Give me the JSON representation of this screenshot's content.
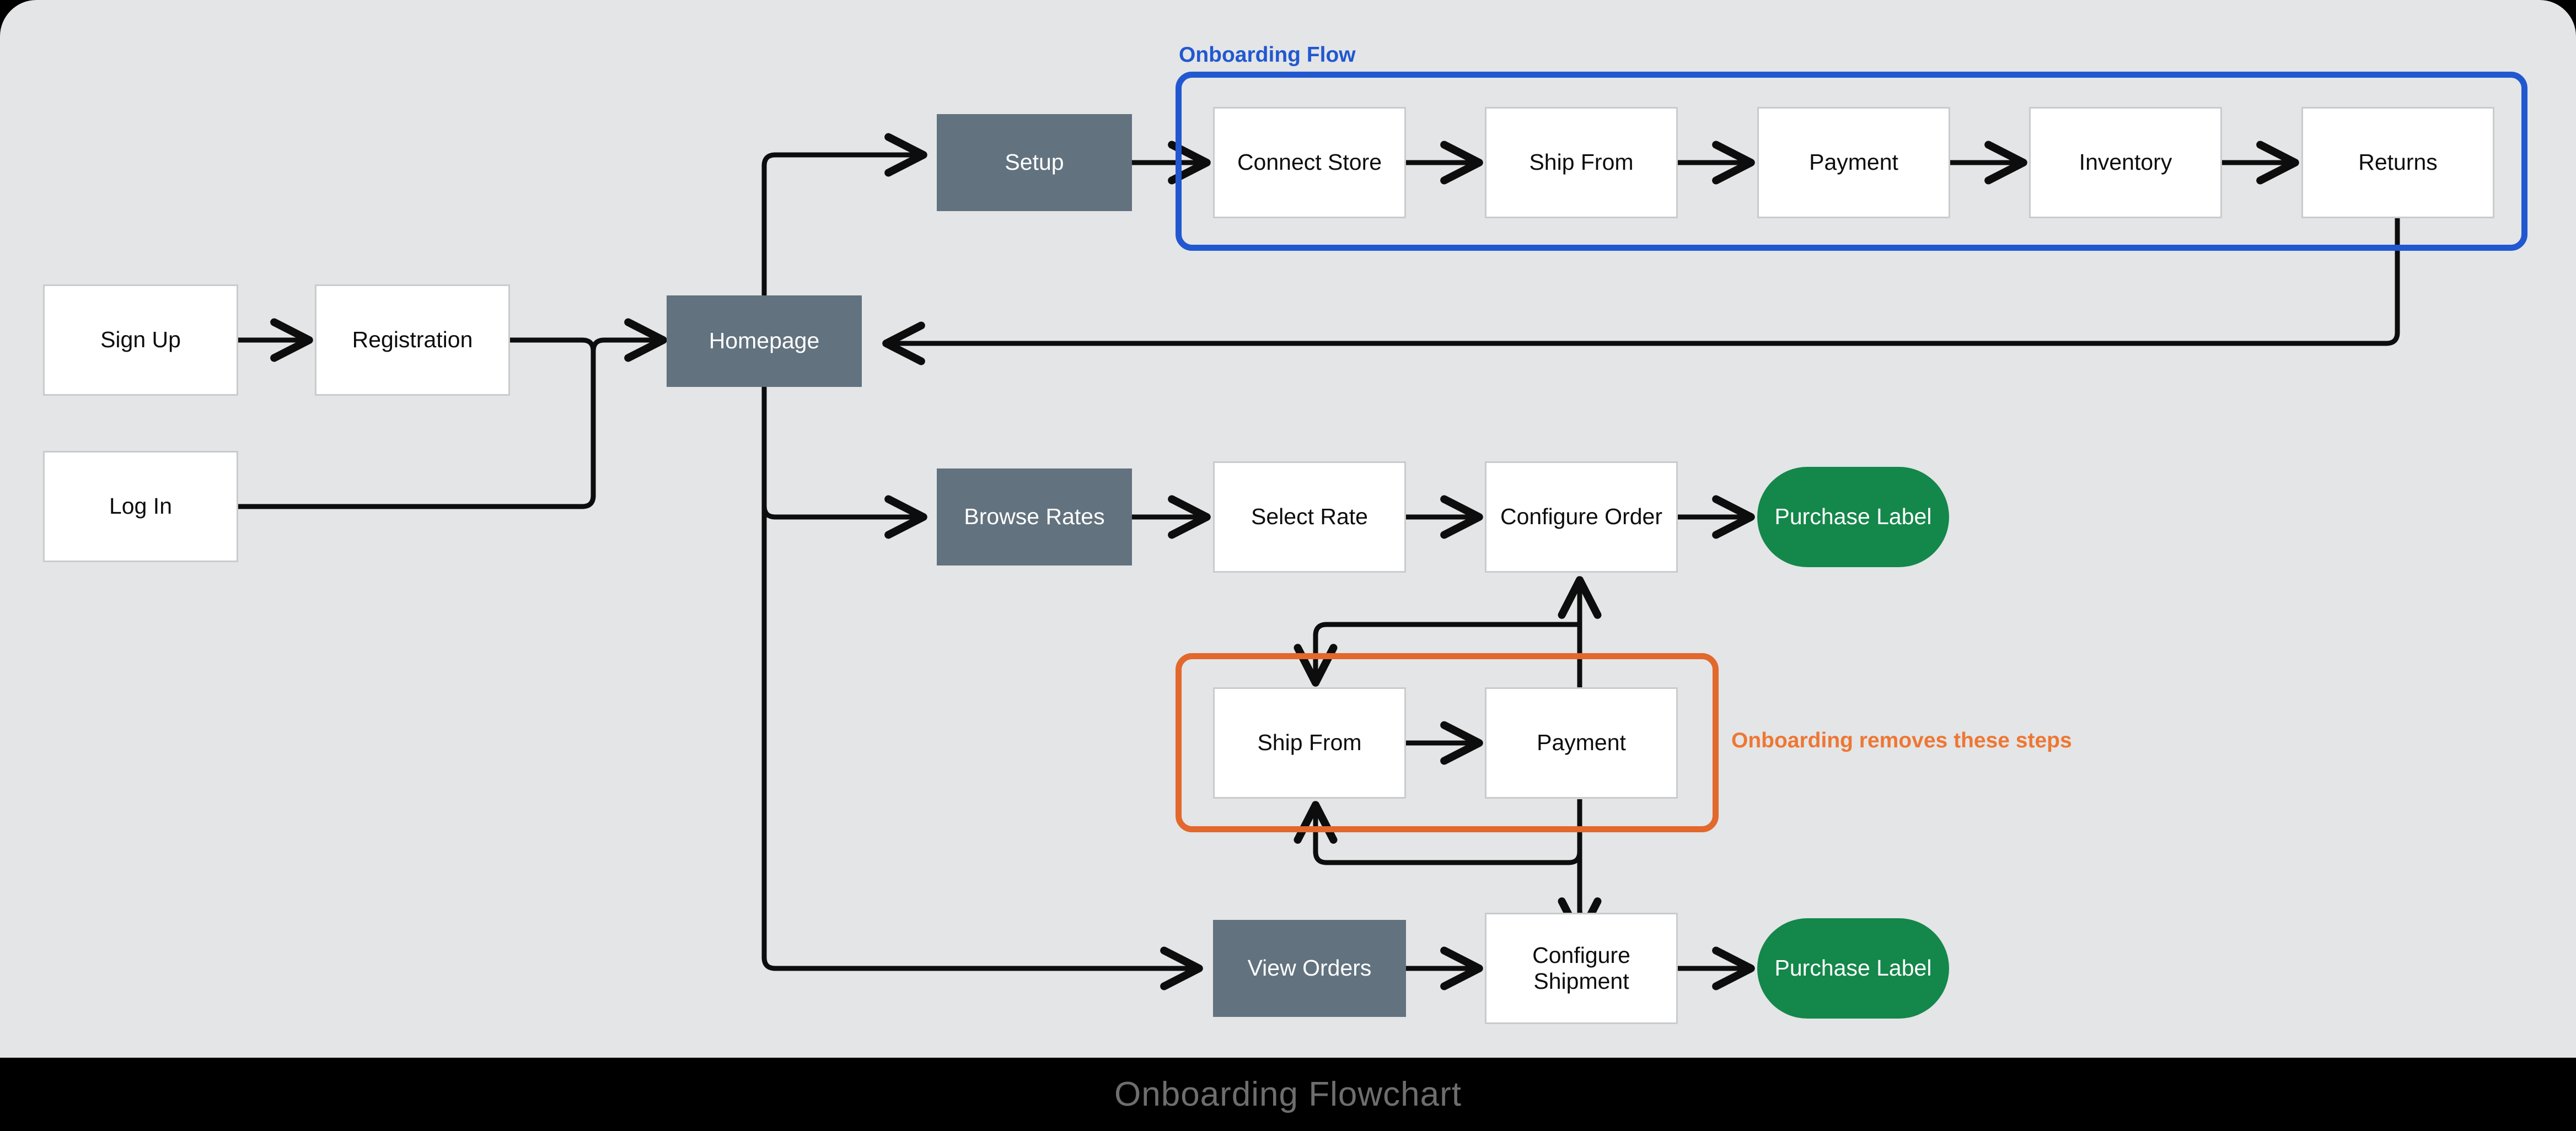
{
  "footer": {
    "title": "Onboarding Flowchart"
  },
  "colors": {
    "canvas": "#e3e5e7",
    "page": "#000000",
    "node_plain_bg": "#ffffff",
    "node_plain_border": "#c9cbcd",
    "node_slate_bg": "#62727f",
    "node_pill_bg": "#14874a",
    "group_blue": "#2158d0",
    "group_orange": "#e2682c",
    "label_orange": "#ee7733",
    "connector": "#0d0d0d",
    "footer_text": "#6e6e6e"
  },
  "groups": [
    {
      "id": "onboarding-flow",
      "label": "Onboarding Flow",
      "color": "blue"
    },
    {
      "id": "removed-steps",
      "label": "Onboarding removes these steps",
      "color": "orange"
    }
  ],
  "nodes": {
    "sign_up": {
      "label": "Sign Up",
      "style": "plain"
    },
    "registration": {
      "label": "Registration",
      "style": "plain"
    },
    "log_in": {
      "label": "Log In",
      "style": "plain"
    },
    "homepage": {
      "label": "Homepage",
      "style": "slate"
    },
    "setup": {
      "label": "Setup",
      "style": "slate"
    },
    "connect_store": {
      "label": "Connect Store",
      "style": "plain"
    },
    "onb_ship_from": {
      "label": "Ship From",
      "style": "plain"
    },
    "onb_payment": {
      "label": "Payment",
      "style": "plain"
    },
    "inventory": {
      "label": "Inventory",
      "style": "plain"
    },
    "returns": {
      "label": "Returns",
      "style": "plain"
    },
    "browse_rates": {
      "label": "Browse Rates",
      "style": "slate"
    },
    "select_rate": {
      "label": "Select Rate",
      "style": "plain"
    },
    "configure_order": {
      "label": "Configure Order",
      "style": "plain"
    },
    "purchase_label_mid": {
      "label": "Purchase Label",
      "style": "pill"
    },
    "mid_ship_from": {
      "label": "Ship From",
      "style": "plain"
    },
    "mid_payment": {
      "label": "Payment",
      "style": "plain"
    },
    "view_orders": {
      "label": "View Orders",
      "style": "slate"
    },
    "configure_shipment": {
      "label": "Configure Shipment",
      "style": "plain"
    },
    "purchase_label_bot": {
      "label": "Purchase Label",
      "style": "pill"
    }
  },
  "flow": {
    "edges": [
      "sign-up-to-registration",
      "registration-to-homepage",
      "log-in-to-homepage",
      "homepage-to-setup",
      "setup-to-connect-store",
      "connect-store-to-ship-from",
      "ship-from-to-payment",
      "payment-to-inventory",
      "inventory-to-returns",
      "returns-to-homepage",
      "homepage-to-browse-rates",
      "browse-rates-to-select-rate",
      "select-rate-to-configure-order",
      "configure-order-to-purchase-label",
      "configure-order-to-ship-from-loop",
      "ship-from-to-payment-mid",
      "payment-to-configure-order-loop",
      "payment-to-configure-shipment-loop",
      "configure-shipment-to-ship-from-loop",
      "homepage-to-view-orders",
      "view-orders-to-configure-shipment",
      "configure-shipment-to-purchase-label"
    ]
  }
}
